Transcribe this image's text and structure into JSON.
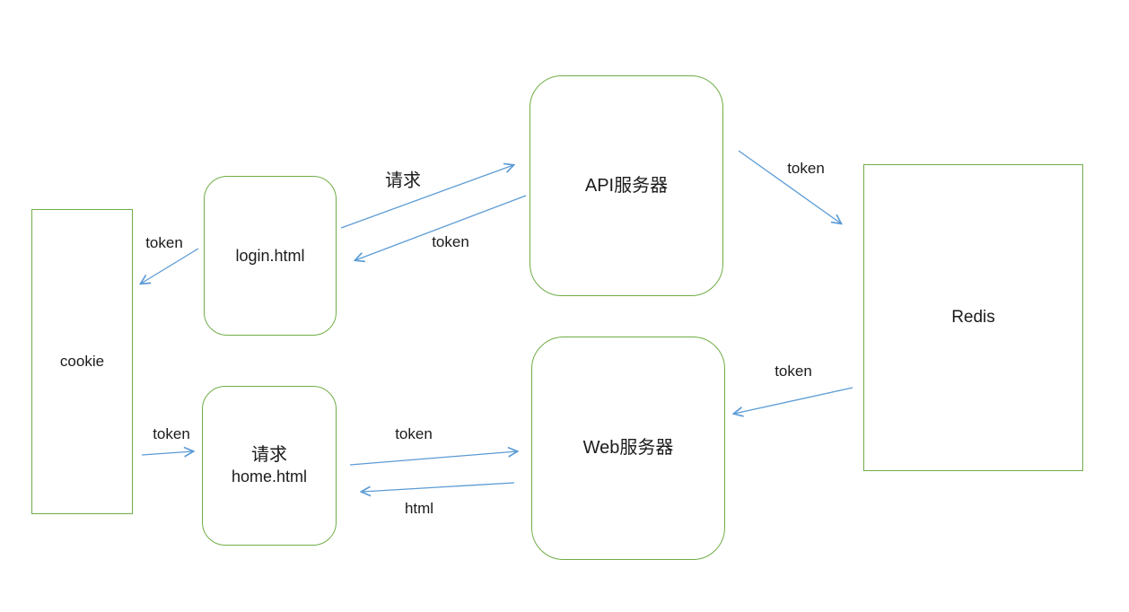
{
  "colors": {
    "box_border": "#70AD47",
    "arrow": "#5B9BD5",
    "text": "#1b1b1b",
    "background": "#ffffff"
  },
  "nodes": {
    "cookie": {
      "label": "cookie"
    },
    "login": {
      "label": "login.html"
    },
    "api_server": {
      "label": "API服务器"
    },
    "redis": {
      "label": "Redis"
    },
    "request_home": {
      "label_line1": "请求",
      "label_line2": "home.html"
    },
    "web_server": {
      "label": "Web服务器"
    }
  },
  "edges": {
    "login_to_cookie": {
      "label": "token"
    },
    "login_to_api": {
      "label": "请求"
    },
    "api_to_login": {
      "label": "token"
    },
    "api_to_redis": {
      "label": "token"
    },
    "redis_to_web": {
      "label": "token"
    },
    "cookie_to_request": {
      "label": "token"
    },
    "request_to_web": {
      "label": "token"
    },
    "web_to_request": {
      "label": "html"
    }
  }
}
